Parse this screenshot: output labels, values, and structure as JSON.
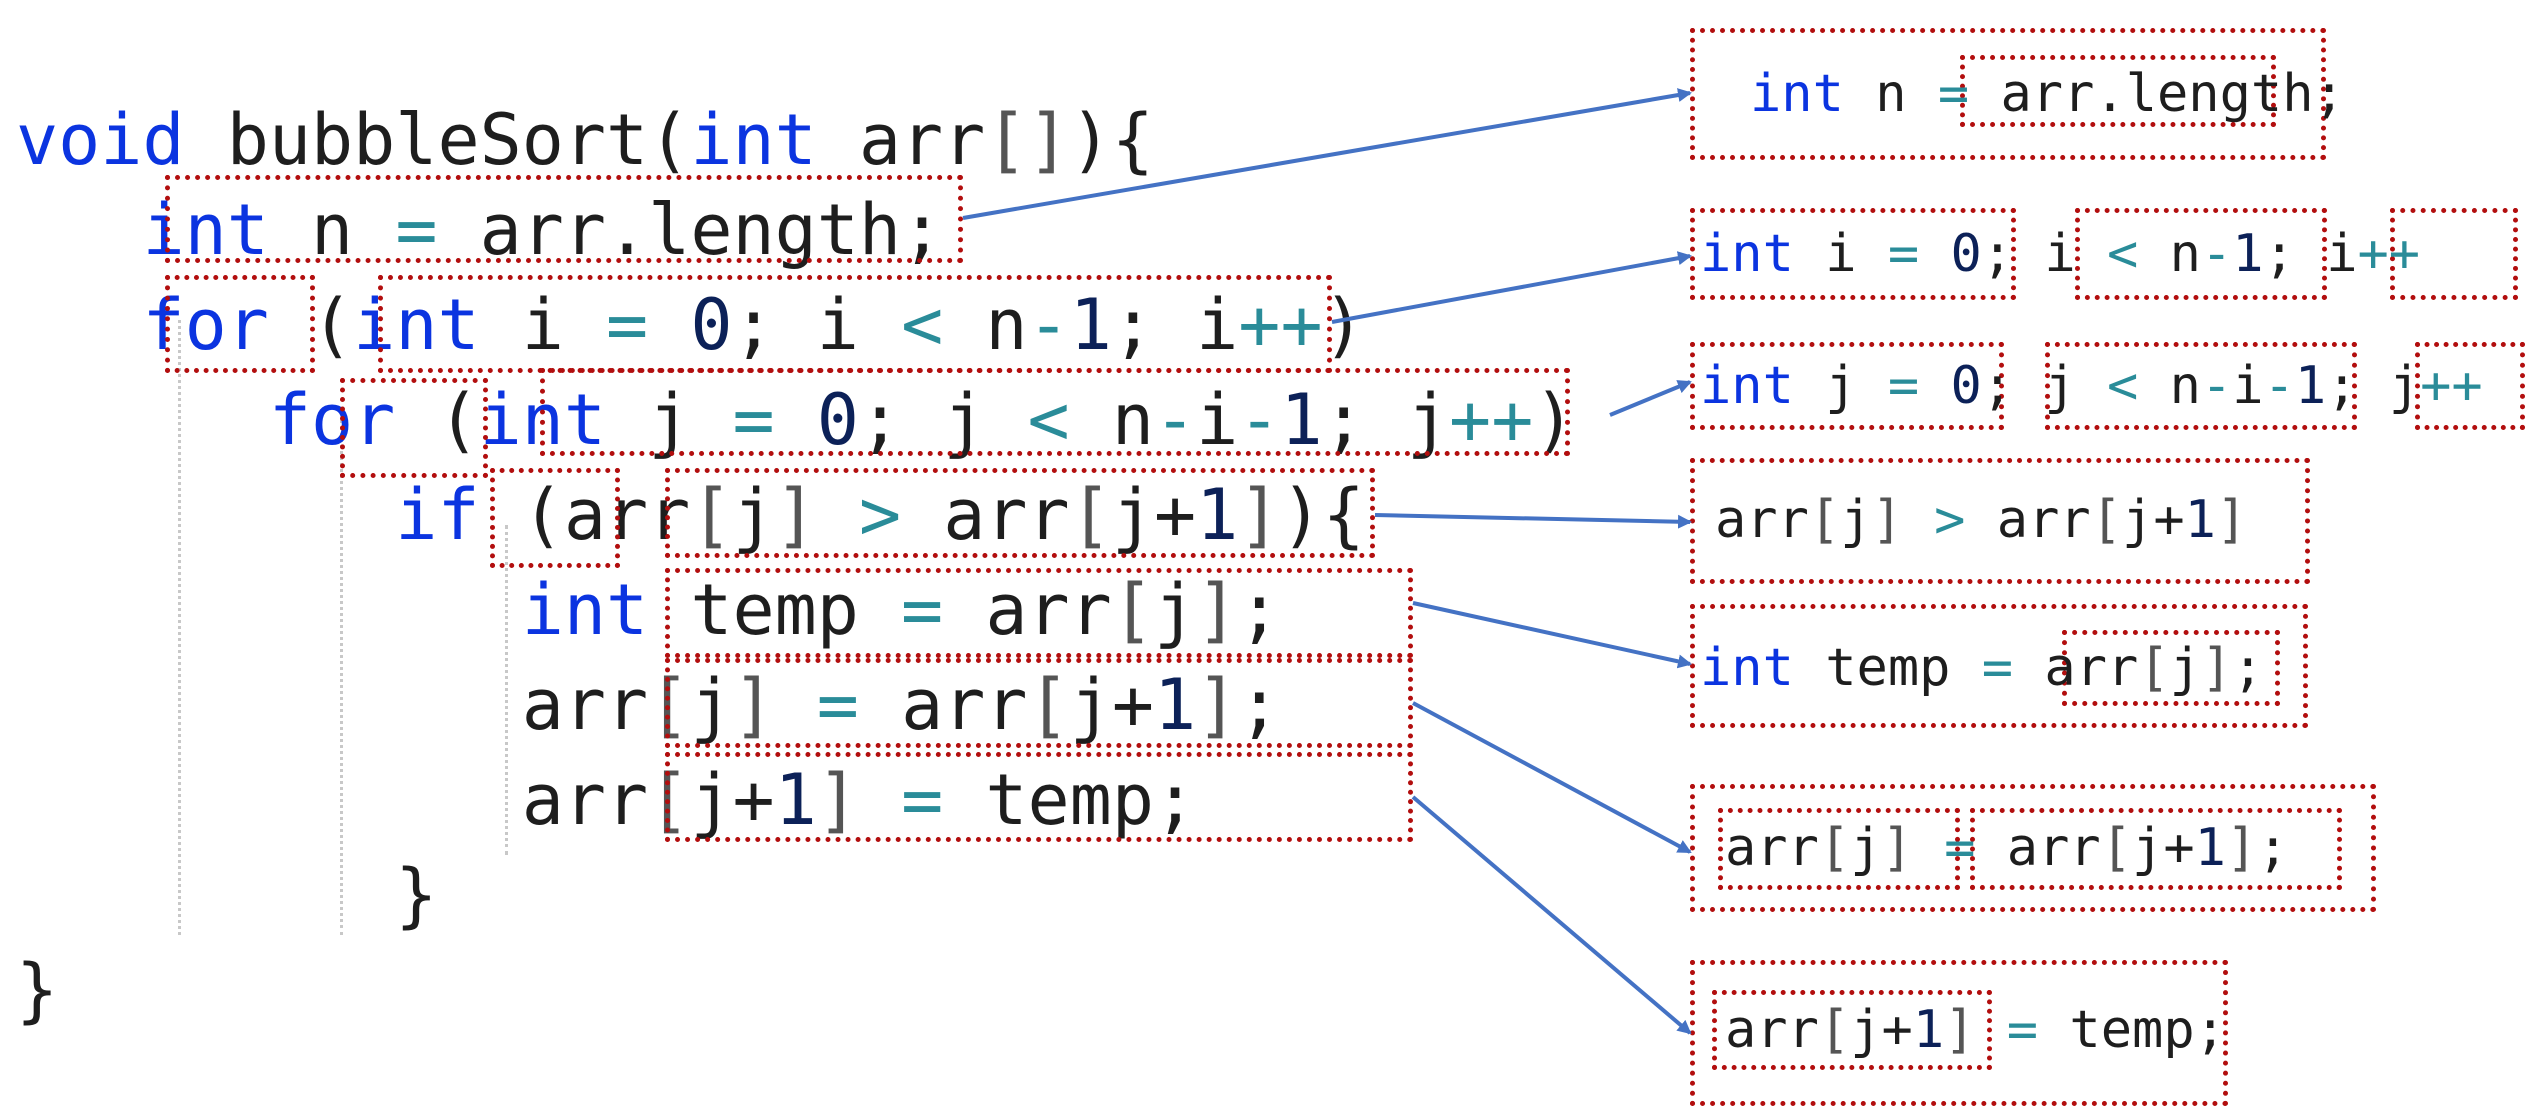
{
  "code": {
    "lines": [
      {
        "indent": 0,
        "tokens": [
          [
            "kw",
            "void"
          ],
          [
            "tx",
            " bubbleSort("
          ],
          [
            "kw",
            "int"
          ],
          [
            "tx",
            " arr"
          ],
          [
            "br",
            "[]"
          ],
          [
            "tx",
            "){"
          ]
        ]
      },
      {
        "indent": 3,
        "tokens": [
          [
            "kw",
            "int"
          ],
          [
            "tx",
            " n "
          ],
          [
            "op",
            "="
          ],
          [
            "tx",
            " arr.length;"
          ]
        ]
      },
      {
        "indent": 3,
        "tokens": [
          [
            "kw",
            "for"
          ],
          [
            "tx",
            " ("
          ],
          [
            "kw",
            "int"
          ],
          [
            "tx",
            " i "
          ],
          [
            "op",
            "="
          ],
          [
            "tx",
            " "
          ],
          [
            "num",
            "0"
          ],
          [
            "tx",
            "; i "
          ],
          [
            "op",
            "<"
          ],
          [
            "tx",
            " n"
          ],
          [
            "op",
            "-"
          ],
          [
            "num",
            "1"
          ],
          [
            "tx",
            "; i"
          ],
          [
            "op",
            "++"
          ],
          [
            "tx",
            ")"
          ]
        ]
      },
      {
        "indent": 6,
        "tokens": [
          [
            "kw",
            "for"
          ],
          [
            "tx",
            " ("
          ],
          [
            "kw",
            "int"
          ],
          [
            "tx",
            " j "
          ],
          [
            "op",
            "="
          ],
          [
            "tx",
            " "
          ],
          [
            "num",
            "0"
          ],
          [
            "tx",
            "; j "
          ],
          [
            "op",
            "<"
          ],
          [
            "tx",
            " n"
          ],
          [
            "op",
            "-"
          ],
          [
            "tx",
            "i"
          ],
          [
            "op",
            "-"
          ],
          [
            "num",
            "1"
          ],
          [
            "tx",
            "; j"
          ],
          [
            "op",
            "++"
          ],
          [
            "tx",
            ")"
          ]
        ]
      },
      {
        "indent": 9,
        "tokens": [
          [
            "kw",
            "if"
          ],
          [
            "tx",
            " (arr"
          ],
          [
            "br",
            "["
          ],
          [
            "tx",
            "j"
          ],
          [
            "br",
            "]"
          ],
          [
            "tx",
            " "
          ],
          [
            "op",
            ">"
          ],
          [
            "tx",
            " arr"
          ],
          [
            "br",
            "["
          ],
          [
            "tx",
            "j+"
          ],
          [
            "num",
            "1"
          ],
          [
            "br",
            "]"
          ],
          [
            "tx",
            "){"
          ]
        ]
      },
      {
        "indent": 12,
        "tokens": [
          [
            "kw",
            "int"
          ],
          [
            "tx",
            " temp "
          ],
          [
            "op",
            "="
          ],
          [
            "tx",
            " arr"
          ],
          [
            "br",
            "["
          ],
          [
            "tx",
            "j"
          ],
          [
            "br",
            "]"
          ],
          [
            "tx",
            ";"
          ]
        ]
      },
      {
        "indent": 12,
        "tokens": [
          [
            "tx",
            "arr"
          ],
          [
            "br",
            "["
          ],
          [
            "tx",
            "j"
          ],
          [
            "br",
            "]"
          ],
          [
            "tx",
            " "
          ],
          [
            "op",
            "="
          ],
          [
            "tx",
            " arr"
          ],
          [
            "br",
            "["
          ],
          [
            "tx",
            "j+"
          ],
          [
            "num",
            "1"
          ],
          [
            "br",
            "]"
          ],
          [
            "tx",
            ";"
          ]
        ]
      },
      {
        "indent": 12,
        "tokens": [
          [
            "tx",
            "arr"
          ],
          [
            "br",
            "["
          ],
          [
            "tx",
            "j+"
          ],
          [
            "num",
            "1"
          ],
          [
            "br",
            "]"
          ],
          [
            "tx",
            " "
          ],
          [
            "op",
            "="
          ],
          [
            "tx",
            " temp;"
          ]
        ]
      },
      {
        "indent": 9,
        "tokens": [
          [
            "tx",
            "}"
          ]
        ]
      },
      {
        "indent": 0,
        "tokens": [
          [
            "tx",
            "}"
          ]
        ]
      }
    ]
  },
  "snippets": [
    {
      "tokens": [
        [
          "kw",
          "int"
        ],
        [
          "tx",
          " n "
        ],
        [
          "op",
          "="
        ],
        [
          "tx",
          " arr.length;"
        ]
      ]
    },
    {
      "tokens": [
        [
          "kw",
          "int"
        ],
        [
          "tx",
          " i "
        ],
        [
          "op",
          "="
        ],
        [
          "tx",
          " "
        ],
        [
          "num",
          "0"
        ],
        [
          "tx",
          "; i "
        ],
        [
          "op",
          "<"
        ],
        [
          "tx",
          " n"
        ],
        [
          "op",
          "-"
        ],
        [
          "num",
          "1"
        ],
        [
          "tx",
          "; i"
        ],
        [
          "op",
          "++"
        ]
      ]
    },
    {
      "tokens": [
        [
          "kw",
          "int"
        ],
        [
          "tx",
          " j "
        ],
        [
          "op",
          "="
        ],
        [
          "tx",
          " "
        ],
        [
          "num",
          "0"
        ],
        [
          "tx",
          "; j "
        ],
        [
          "op",
          "<"
        ],
        [
          "tx",
          " n"
        ],
        [
          "op",
          "-"
        ],
        [
          "tx",
          "i"
        ],
        [
          "op",
          "-"
        ],
        [
          "num",
          "1"
        ],
        [
          "tx",
          "; j"
        ],
        [
          "op",
          "++"
        ]
      ]
    },
    {
      "tokens": [
        [
          "tx",
          "arr"
        ],
        [
          "br",
          "["
        ],
        [
          "tx",
          "j"
        ],
        [
          "br",
          "]"
        ],
        [
          "tx",
          " "
        ],
        [
          "op",
          ">"
        ],
        [
          "tx",
          " arr"
        ],
        [
          "br",
          "["
        ],
        [
          "tx",
          "j+"
        ],
        [
          "num",
          "1"
        ],
        [
          "br",
          "]"
        ]
      ]
    },
    {
      "tokens": [
        [
          "kw",
          "int"
        ],
        [
          "tx",
          " temp "
        ],
        [
          "op",
          "="
        ],
        [
          "tx",
          " arr"
        ],
        [
          "br",
          "["
        ],
        [
          "tx",
          "j"
        ],
        [
          "br",
          "]"
        ],
        [
          "tx",
          ";"
        ]
      ]
    },
    {
      "tokens": [
        [
          "tx",
          "arr"
        ],
        [
          "br",
          "["
        ],
        [
          "tx",
          "j"
        ],
        [
          "br",
          "]"
        ],
        [
          "tx",
          " "
        ],
        [
          "op",
          "="
        ],
        [
          "tx",
          " arr"
        ],
        [
          "br",
          "["
        ],
        [
          "tx",
          "j+"
        ],
        [
          "num",
          "1"
        ],
        [
          "br",
          "]"
        ],
        [
          "tx",
          ";"
        ]
      ]
    },
    {
      "tokens": [
        [
          "tx",
          "arr"
        ],
        [
          "br",
          "["
        ],
        [
          "tx",
          "j+"
        ],
        [
          "num",
          "1"
        ],
        [
          "br",
          "]"
        ],
        [
          "tx",
          " "
        ],
        [
          "op",
          "="
        ],
        [
          "tx",
          " temp;"
        ]
      ]
    }
  ],
  "colors": {
    "keyword": "#0b34e0",
    "operator": "#2a8c99",
    "number": "#0c2158",
    "bracket": "#555555",
    "box": "#b20e0e",
    "arrow": "#4472c4",
    "guide": "#c8c8c8"
  }
}
